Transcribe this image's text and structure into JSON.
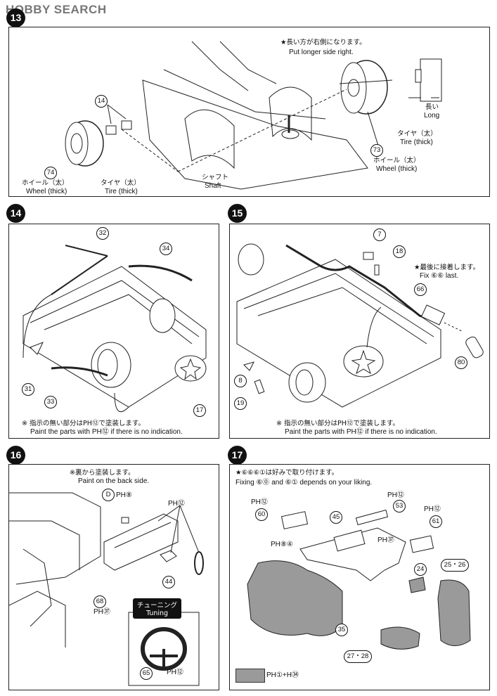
{
  "header": {
    "logo": "HOBBY SEARCH"
  },
  "step13": {
    "number": "13",
    "note_jp": "★長い方が右側になります。",
    "note_en": "Put longer side right.",
    "long_jp": "長い",
    "long_en": "Long",
    "tire_right_jp": "タイヤ（太）",
    "tire_right_en": "Tire (thick)",
    "wheel_right_jp": "ホイール（太）",
    "wheel_right_en": "Wheel (thick)",
    "wheel_left_jp": "ホイール（太）",
    "wheel_left_en": "Wheel (thick)",
    "tire_left_jp": "タイヤ（太）",
    "tire_left_en": "Tire (thick)",
    "shaft_jp": "シャフト",
    "shaft_en": "Shaft",
    "parts": [
      "14",
      "74",
      "73"
    ]
  },
  "step14": {
    "number": "14",
    "parts": [
      "32",
      "34",
      "31",
      "33",
      "17"
    ],
    "note_jp": "※ 指示の無い部分はPH⑫で塗装します。",
    "note_en": "Paint the parts with PH⑫ if there is no indication."
  },
  "step15": {
    "number": "15",
    "parts": [
      "7",
      "18",
      "66",
      "80",
      "8",
      "19"
    ],
    "last_jp": "★最後に接着します。",
    "last_en": "Fix ⑥⑥ last.",
    "note_jp": "※ 指示の無い部分はPH⑫で塗装します。",
    "note_en": "Paint the parts with PH⑫ if there is no indication."
  },
  "step16": {
    "number": "16",
    "note_jp": "※裏から塗装します。",
    "note_en": "Paint on the back side.",
    "decal": "D",
    "paint_8": "PH⑧",
    "paint_12a": "PH⑫",
    "paint_37": "PH㊲",
    "paint_12b": "PH⑫",
    "parts": [
      "44",
      "68",
      "65"
    ],
    "tuning_jp": "チューニング",
    "tuning_en": "Tuning"
  },
  "step17": {
    "number": "17",
    "note_jp": "★⑥⑥⑥①は好みで取り付けます。",
    "note_en": "Fixing ⑥⓪ and ⑥① depends on your liking.",
    "paint_12a": "PH⑫",
    "paint_12b": "PH⑫",
    "paint_12c": "PH⑫",
    "paint_84": "PH⑧④",
    "paint_37": "PH㊲",
    "parts": [
      "60",
      "53",
      "45",
      "61",
      "24",
      "25・26",
      "35",
      "27・28"
    ],
    "swatch_label": "PH①+H㉞"
  }
}
